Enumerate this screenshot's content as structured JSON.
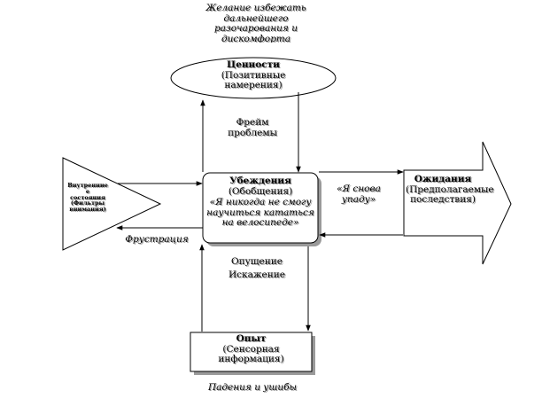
{
  "top_note": "Желание избежать дальнейшего разочарования и дискомфорта",
  "values_box": {
    "title": "Ценности",
    "subtitle": "(Позитивные намерения)"
  },
  "frame_label": "Фрейм проблемы",
  "inner_state": {
    "line1": "Внутренние",
    "line2": "е",
    "line3": "состояния",
    "line4": "(Фильтры",
    "line5": "внимания)"
  },
  "beliefs_box": {
    "title": "Убеждения",
    "subtitle": "(Обобщения)",
    "quote": "«Я никогда не смогу научиться кататься на велосипеде»"
  },
  "frustration_label": "Фрустрация",
  "fall_again_label": "«Я снова упаду»",
  "expectations_box": {
    "title": "Ожидания",
    "subtitle": "(Предполагаемые последствия)"
  },
  "omission_label": "Опущение",
  "distortion_label": "Искажение",
  "experience_box": {
    "title": "Опыт",
    "subtitle": "(Сенсорная информация)"
  },
  "bottom_note": "Падения и ушибы"
}
